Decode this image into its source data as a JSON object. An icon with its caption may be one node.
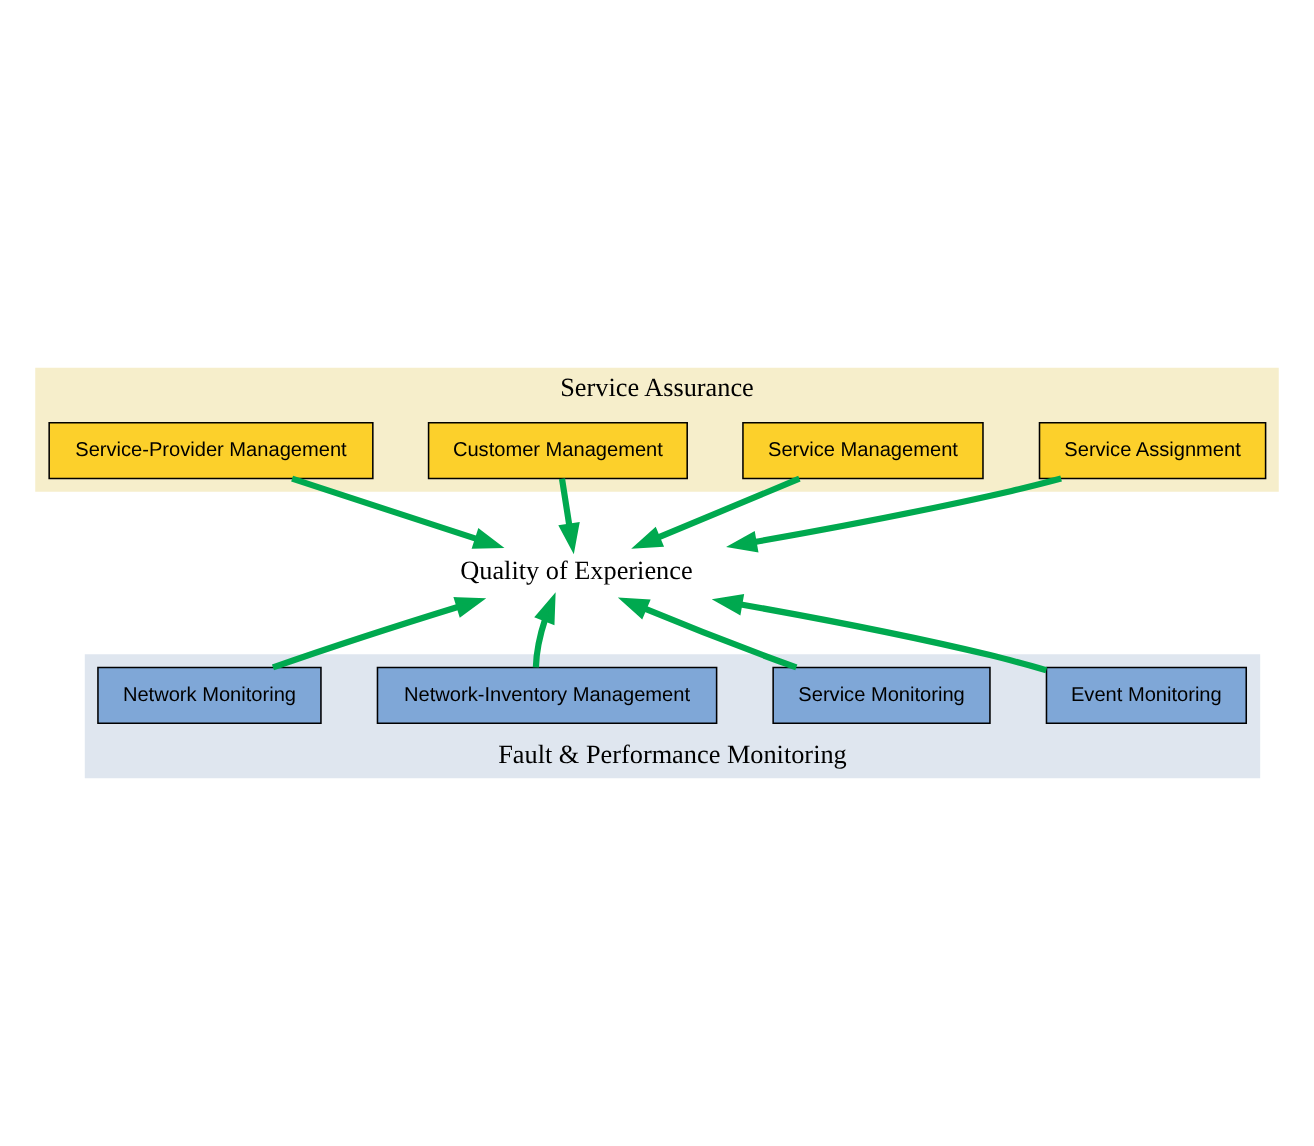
{
  "diagram": {
    "nodes": [
      {
        "text": [
          "Service Assurance"
        ]
      },
      {
        "text": [
          "Service Assignment"
        ],
        "in": 0
      },
      {
        "text": [
          "Service Management"
        ],
        "in": 0
      },
      {
        "text": [
          "Customer Management"
        ],
        "in": 0
      },
      {
        "text": [
          "Service-Provider Management"
        ],
        "in": 0
      },
      {
        "text": [
          "Quality of Experience"
        ]
      },
      {
        "text": [
          "Fault & Performance Monitoring"
        ]
      },
      {
        "text": [
          "Event Monitoring"
        ],
        "in": 6
      },
      {
        "text": [
          "Service Monitoring"
        ],
        "in": 6
      },
      {
        "text": [
          "Network-Inventory Management"
        ],
        "in": 6
      },
      {
        "text": [
          "Network Monitoring"
        ],
        "in": 6
      }
    ],
    "edges": [
      {
        "from": 1,
        "to": 5,
        "arrow": "to"
      },
      {
        "from": 2,
        "to": 5,
        "arrow": "to"
      },
      {
        "from": 3,
        "to": 5,
        "arrow": "to"
      },
      {
        "from": 4,
        "to": 5,
        "arrow": "to"
      },
      {
        "from": 7,
        "to": 5,
        "arrow": "to"
      },
      {
        "from": 8,
        "to": 5,
        "arrow": "to"
      },
      {
        "from": 9,
        "to": 5,
        "arrow": "to"
      },
      {
        "from": 10,
        "to": 5,
        "arrow": "to"
      }
    ]
  }
}
